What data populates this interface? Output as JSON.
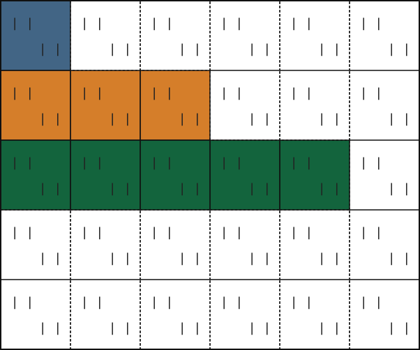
{
  "grid": {
    "rows": 5,
    "cols": 6,
    "tally_glyph": "| |",
    "empty_color": "#ffffff",
    "line_color": "#111111",
    "tally_color": "#222222"
  },
  "filled_rows": [
    {
      "row": 0,
      "count": 1,
      "color": "#426585"
    },
    {
      "row": 1,
      "count": 3,
      "color": "#d57e2a"
    },
    {
      "row": 2,
      "count": 5,
      "color": "#13643d"
    }
  ]
}
